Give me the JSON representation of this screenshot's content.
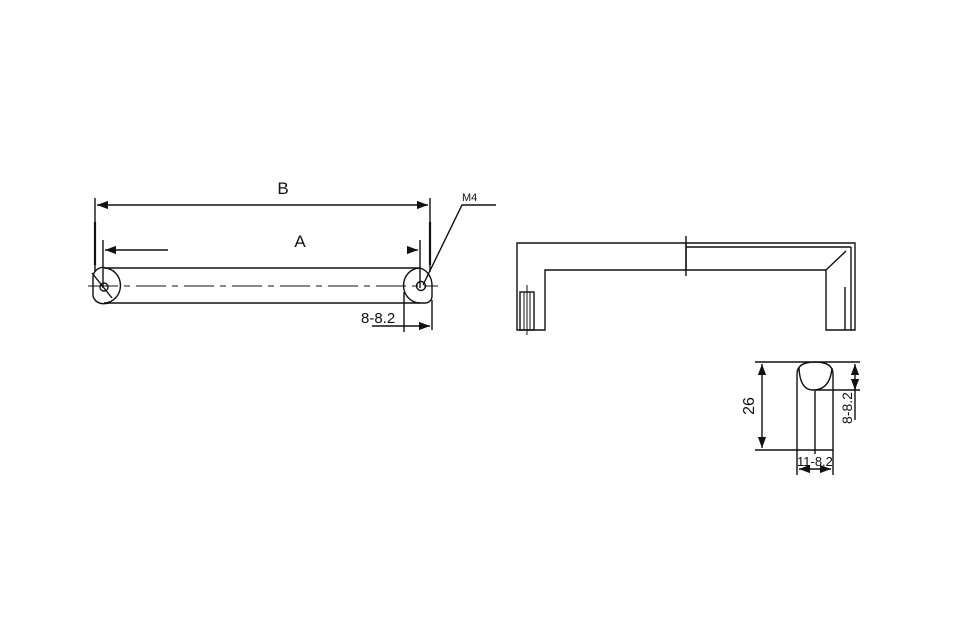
{
  "front_view": {
    "dim_overall": "B",
    "dim_holes": "A",
    "thread": "M4",
    "dim_end": "8-8.2"
  },
  "section_view": {
    "dim_height": "26",
    "dim_head": "8-8.2",
    "dim_width": "11-8.2"
  },
  "colors": {
    "line": "#111111",
    "background": "#ffffff"
  }
}
